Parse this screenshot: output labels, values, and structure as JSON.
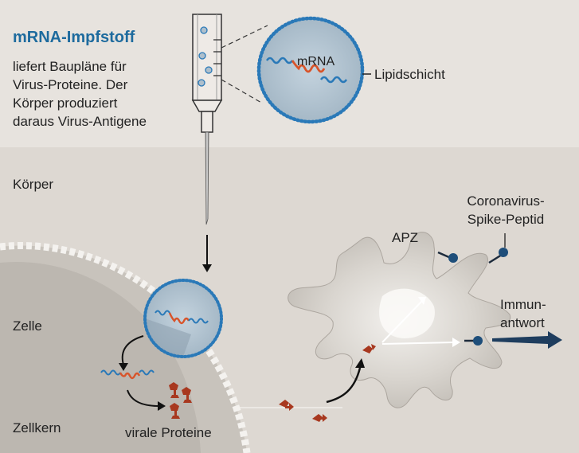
{
  "title": "mRNA-Impfstoff",
  "description": [
    "liefert Baupläne für",
    "Virus-Proteine. Der",
    "Körper produziert",
    "daraus Virus-Antigene"
  ],
  "labels": {
    "mrna": "mRNA",
    "lipid": "Lipidschicht",
    "body": "Körper",
    "apz": "APZ",
    "spike_line1": "Coronavirus-",
    "spike_line2": "Spike-Peptid",
    "immune_line1": "Immun-",
    "immune_line2": "antwort",
    "cell": "Zelle",
    "nucleus": "Zellkern",
    "proteins": "virale Proteine"
  },
  "colors": {
    "title_blue": "#1e6b9e",
    "top_band": "#e7e3de",
    "body_bg": "#ddd8d2",
    "cell": "#c8c3bc",
    "nucleus": "#bcb7b0",
    "vesicle": "#aebfcc",
    "mrna_blue": "#2a79b8",
    "mrna_orange": "#d8542a",
    "protein_red": "#a8381f",
    "arrow_dark": "#1d2b3c",
    "apc": "#c7c2bb"
  }
}
